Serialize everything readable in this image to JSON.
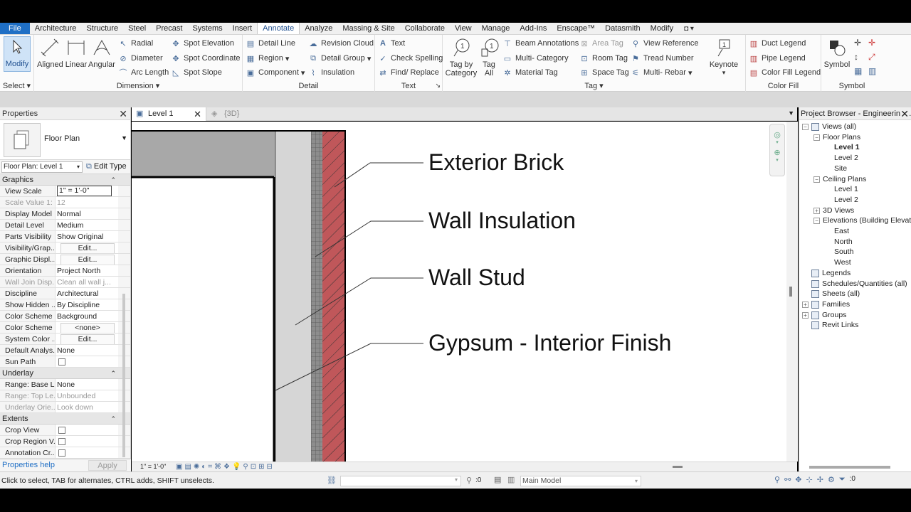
{
  "ribbon_tabs": [
    "File",
    "Architecture",
    "Structure",
    "Steel",
    "Precast",
    "Systems",
    "Insert",
    "Annotate",
    "Analyze",
    "Massing & Site",
    "Collaborate",
    "View",
    "Manage",
    "Add-Ins",
    "Enscape™",
    "Datasmith",
    "Modify"
  ],
  "active_tab": "Annotate",
  "select_panel": {
    "modify_label": "Modify",
    "title": "Select"
  },
  "dimension_panel": {
    "title": "Dimension",
    "big": [
      "Aligned",
      "Linear",
      "Angular"
    ],
    "col1": [
      "Radial",
      "Diameter",
      "Arc Length"
    ],
    "col2": [
      "Spot Elevation",
      "Spot Coordinate",
      "Spot Slope"
    ]
  },
  "detail_panel": {
    "title": "Detail",
    "col1": [
      "Detail Line",
      "Region",
      "Component"
    ],
    "col2": [
      "Revision Cloud",
      "Detail Group",
      "Insulation"
    ]
  },
  "text_panel": {
    "title": "Text",
    "items": [
      "Text",
      "Check Spelling",
      "Find/ Replace"
    ]
  },
  "tag_panel": {
    "title": "Tag",
    "big": [
      "Tag by Category",
      "Tag All"
    ],
    "col1": [
      "Beam Annotations",
      "Multi- Category",
      "Material Tag"
    ],
    "col2": [
      "Area Tag",
      "Room Tag",
      "Space Tag"
    ],
    "col3": [
      "View Reference",
      "Tread Number",
      "Multi- Rebar"
    ],
    "keynote": "Keynote"
  },
  "colorfill_panel": {
    "title": "Color Fill",
    "items": [
      "Duct Legend",
      "Pipe Legend",
      "Color Fill Legend"
    ]
  },
  "symbol_panel": {
    "title": "Symbol",
    "label": "Symbol"
  },
  "properties": {
    "title": "Properties",
    "type_name": "Floor Plan",
    "selector": "Floor Plan: Level 1",
    "edit_type": "Edit Type",
    "groups": [
      {
        "name": "Graphics",
        "rows": [
          {
            "k": "View Scale",
            "v": "1\" = 1'-0\"",
            "style": "inp"
          },
          {
            "k": "Scale Value    1:",
            "v": "12",
            "style": "dim"
          },
          {
            "k": "Display Model",
            "v": "Normal"
          },
          {
            "k": "Detail Level",
            "v": "Medium"
          },
          {
            "k": "Parts Visibility",
            "v": "Show Original"
          },
          {
            "k": "Visibility/Grap...",
            "v": "Edit...",
            "style": "btn"
          },
          {
            "k": "Graphic Displ...",
            "v": "Edit...",
            "style": "btn"
          },
          {
            "k": "Orientation",
            "v": "Project North"
          },
          {
            "k": "Wall Join Disp...",
            "v": "Clean all wall j...",
            "style": "dim"
          },
          {
            "k": "Discipline",
            "v": "Architectural"
          },
          {
            "k": "Show Hidden ...",
            "v": "By Discipline"
          },
          {
            "k": "Color Scheme ...",
            "v": "Background"
          },
          {
            "k": "Color Scheme",
            "v": "<none>",
            "style": "btn"
          },
          {
            "k": "System Color ...",
            "v": "Edit...",
            "style": "btn"
          },
          {
            "k": "Default Analys...",
            "v": "None"
          },
          {
            "k": "Sun Path",
            "v": "",
            "style": "chk"
          }
        ]
      },
      {
        "name": "Underlay",
        "rows": [
          {
            "k": "Range: Base L...",
            "v": "None"
          },
          {
            "k": "Range: Top Le...",
            "v": "Unbounded",
            "style": "dim"
          },
          {
            "k": "Underlay Orie...",
            "v": "Look down",
            "style": "dim"
          }
        ]
      },
      {
        "name": "Extents",
        "rows": [
          {
            "k": "Crop View",
            "v": "",
            "style": "chk"
          },
          {
            "k": "Crop Region V...",
            "v": "",
            "style": "chk"
          },
          {
            "k": "Annotation Cr...",
            "v": "",
            "style": "chk"
          }
        ]
      }
    ],
    "help": "Properties help",
    "apply": "Apply"
  },
  "view_tabs": {
    "active": "Level 1",
    "other": "{3D}"
  },
  "drawing_labels": [
    "Exterior Brick",
    "Wall Insulation",
    "Wall Stud",
    "Gypsum - Interior Finish"
  ],
  "view_scale": "1\" = 1'-0\"",
  "browser": {
    "title": "Project Browser - Engineering...",
    "nodes": [
      {
        "label": "Views (all)",
        "indent": 0,
        "toggle": "−",
        "icon": true
      },
      {
        "label": "Floor Plans",
        "indent": 1,
        "toggle": "−"
      },
      {
        "label": "Level 1",
        "indent": 2,
        "bold": true
      },
      {
        "label": "Level 2",
        "indent": 2
      },
      {
        "label": "Site",
        "indent": 2
      },
      {
        "label": "Ceiling Plans",
        "indent": 1,
        "toggle": "−"
      },
      {
        "label": "Level 1",
        "indent": 2
      },
      {
        "label": "Level 2",
        "indent": 2
      },
      {
        "label": "3D Views",
        "indent": 1,
        "toggle": "+"
      },
      {
        "label": "Elevations (Building Elevat",
        "indent": 1,
        "toggle": "−"
      },
      {
        "label": "East",
        "indent": 2
      },
      {
        "label": "North",
        "indent": 2
      },
      {
        "label": "South",
        "indent": 2
      },
      {
        "label": "West",
        "indent": 2
      },
      {
        "label": "Legends",
        "indent": 0,
        "icon": true
      },
      {
        "label": "Schedules/Quantities (all)",
        "indent": 0,
        "icon": true
      },
      {
        "label": "Sheets (all)",
        "indent": 0,
        "icon": true
      },
      {
        "label": "Families",
        "indent": 0,
        "toggle": "+",
        "icon": true
      },
      {
        "label": "Groups",
        "indent": 0,
        "toggle": "+",
        "icon": true
      },
      {
        "label": "Revit Links",
        "indent": 0,
        "icon": true
      }
    ]
  },
  "status": {
    "message": "Click to select, TAB for alternates, CTRL adds, SHIFT unselects.",
    "zero1": ":0",
    "model": "Main Model",
    "zero2": ":0"
  },
  "colors": {
    "ribbon_accent": "#1f6fc5",
    "brick": "#c0575a",
    "insulation": "#a8a8a8"
  }
}
